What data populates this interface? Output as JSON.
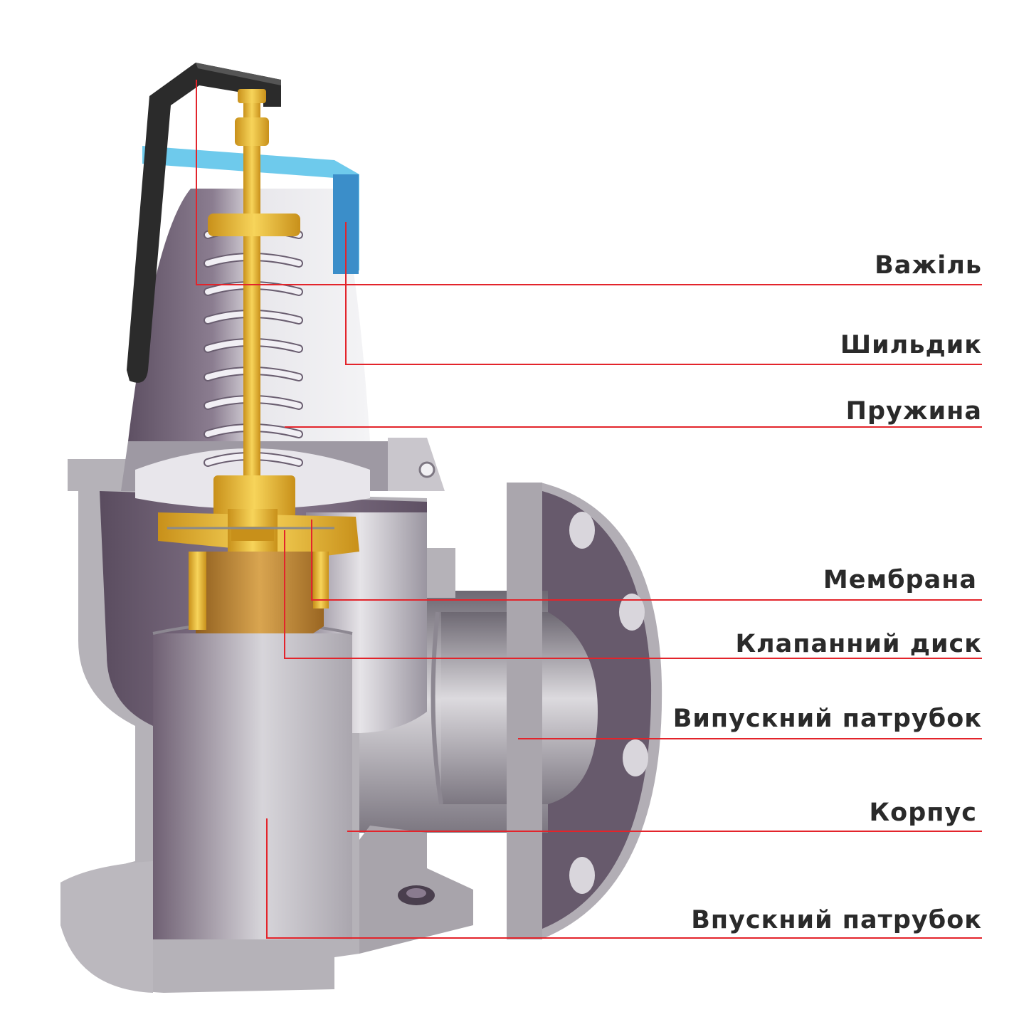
{
  "labels": [
    {
      "id": "lever",
      "text": "Важіль"
    },
    {
      "id": "nameplate",
      "text": "Шильдик"
    },
    {
      "id": "spring",
      "text": "Пружина"
    },
    {
      "id": "membrane",
      "text": "Мембрана"
    },
    {
      "id": "valve-disc",
      "text": "Клапанний диск"
    },
    {
      "id": "outlet",
      "text": "Випускний патрубок"
    },
    {
      "id": "body",
      "text": "Корпус"
    },
    {
      "id": "inlet",
      "text": "Впускний патрубок"
    }
  ],
  "colors": {
    "leader": "#e3242b",
    "body_metal": "#b9b6bc",
    "body_purple": "#6f6073",
    "brass": "#f2c23a",
    "brass_dark": "#c8901a",
    "bronze": "#b07a2c",
    "lever": "#2b2b2b",
    "spring": "#e9e6ee",
    "label_text": "#2a2a2a"
  }
}
